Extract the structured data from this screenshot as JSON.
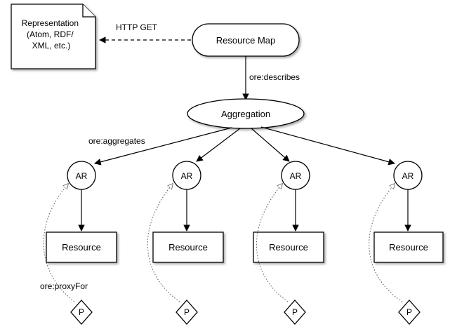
{
  "diagram": {
    "representation": {
      "lines": [
        "Representation",
        "(Atom, RDF/",
        "XML, etc.)"
      ]
    },
    "resource_map": {
      "label": "Resource Map"
    },
    "aggregation": {
      "label": "Aggregation"
    },
    "edges": {
      "http_get": "HTTP GET",
      "describes": "ore:describes",
      "aggregates": "ore:aggregates",
      "proxy_for": "ore:proxyFor"
    },
    "columns": [
      {
        "ar": "AR",
        "resource": "Resource",
        "proxy": "P"
      },
      {
        "ar": "AR",
        "resource": "Resource",
        "proxy": "P"
      },
      {
        "ar": "AR",
        "resource": "Resource",
        "proxy": "P"
      },
      {
        "ar": "AR",
        "resource": "Resource",
        "proxy": "P"
      }
    ]
  }
}
